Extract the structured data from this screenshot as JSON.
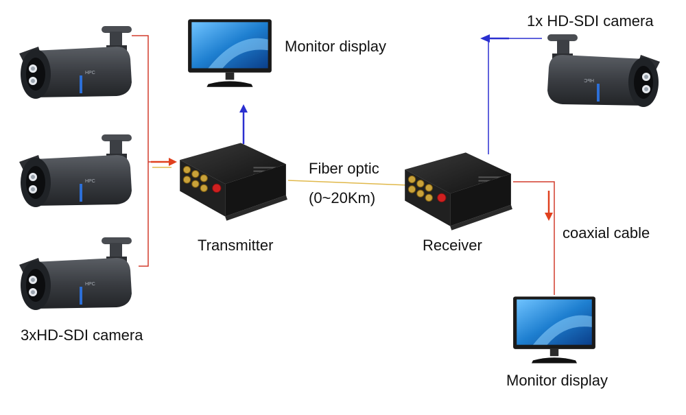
{
  "labels": {
    "cameras_left": "3xHD-SDI camera",
    "camera_right": "1x HD-SDI camera",
    "monitor_top": "Monitor display",
    "monitor_bottom": "Monitor display",
    "transmitter": "Transmitter",
    "receiver": "Receiver",
    "fiber": "Fiber optic",
    "fiber_range": "(0~20Km)",
    "coax": "coaxial cable"
  },
  "colors": {
    "camera_body": "#3a3d42",
    "camera_dark": "#1f2226",
    "device_body": "#1a1a1a",
    "bnc_gold": "#c9a23a",
    "connector_red": "#d02020",
    "screen_blue": "#1e7fd0",
    "coax_line": "#d23a2a",
    "fiber_line": "#e0b84a",
    "signal_blue": "#2a2fd0",
    "arrow_red": "#e0401e"
  },
  "icons": {
    "camera": "bullet-camera-icon",
    "monitor": "monitor-icon",
    "device": "fiber-converter-icon"
  }
}
